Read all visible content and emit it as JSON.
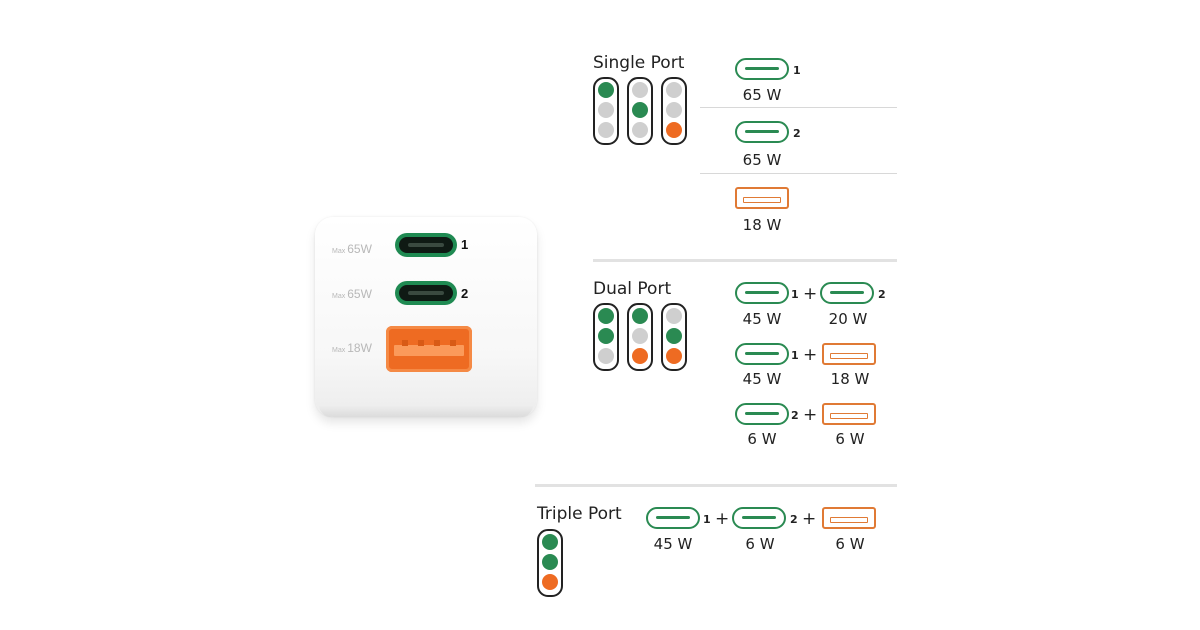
{
  "device": {
    "ports": [
      {
        "max_prefix": "Max",
        "label": "65W",
        "number": "1",
        "type": "usb-c"
      },
      {
        "max_prefix": "Max",
        "label": "65W",
        "number": "2",
        "type": "usb-c"
      },
      {
        "max_prefix": "Max",
        "label": "18W",
        "number": "",
        "type": "usb-a"
      }
    ]
  },
  "sections": {
    "single": {
      "title": "Single Port",
      "combos": [
        {
          "ports": [
            {
              "type": "usb-c",
              "number": "1",
              "watt": "65 W"
            }
          ]
        },
        {
          "ports": [
            {
              "type": "usb-c",
              "number": "2",
              "watt": "65 W"
            }
          ]
        },
        {
          "ports": [
            {
              "type": "usb-a",
              "number": "",
              "watt": "18 W"
            }
          ]
        }
      ],
      "indicators": [
        [
          "green",
          "grey",
          "grey"
        ],
        [
          "grey",
          "green",
          "grey"
        ],
        [
          "grey",
          "grey",
          "orange"
        ]
      ]
    },
    "dual": {
      "title": "Dual Port",
      "combos": [
        {
          "ports": [
            {
              "type": "usb-c",
              "number": "1",
              "watt": "45 W"
            },
            {
              "type": "usb-c",
              "number": "2",
              "watt": "20 W"
            }
          ]
        },
        {
          "ports": [
            {
              "type": "usb-c",
              "number": "1",
              "watt": "45 W"
            },
            {
              "type": "usb-a",
              "number": "",
              "watt": "18 W"
            }
          ]
        },
        {
          "ports": [
            {
              "type": "usb-c",
              "number": "2",
              "watt": "6 W"
            },
            {
              "type": "usb-a",
              "number": "",
              "watt": "6 W"
            }
          ]
        }
      ],
      "indicators": [
        [
          "green",
          "green",
          "grey"
        ],
        [
          "green",
          "grey",
          "orange"
        ],
        [
          "grey",
          "green",
          "orange"
        ]
      ]
    },
    "triple": {
      "title": "Triple Port",
      "combos": [
        {
          "ports": [
            {
              "type": "usb-c",
              "number": "1",
              "watt": "45 W"
            },
            {
              "type": "usb-c",
              "number": "2",
              "watt": "6 W"
            },
            {
              "type": "usb-a",
              "number": "",
              "watt": "6 W"
            }
          ]
        }
      ],
      "indicators": [
        [
          "green",
          "green",
          "orange"
        ]
      ]
    }
  },
  "symbols": {
    "plus": "+"
  },
  "colors": {
    "usb_c_green": "#2a8a52",
    "usb_a_orange": "#e07a35",
    "indicator_grey": "#cfcfcf",
    "indicator_orange": "#ee6b22",
    "device_port_c": "#1f8a52",
    "device_port_a": "#ee6b22"
  }
}
